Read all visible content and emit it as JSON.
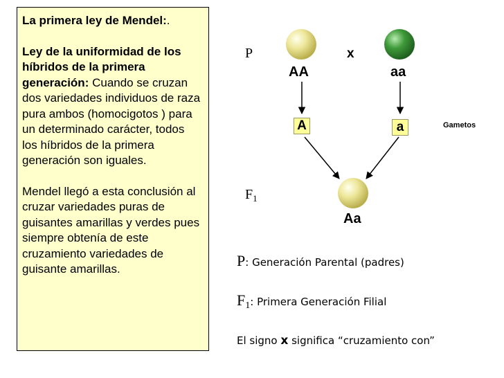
{
  "textbox": {
    "title": "La primera ley de Mendel:",
    "title_end": ".",
    "law_bold": "Ley de la uniformidad de los híbridos de la primera generación:",
    "law_text": " Cuando se cruzan dos variedades individuos de raza pura ambos (homocigotos ) para un determinado carácter, todos los híbridos de la primera generación son iguales.",
    "conclusion": "Mendel llegó a esta conclusión al cruzar variedades puras de guisantes amarillas y verdes pues siempre obtenía de este cruzamiento variedades de guisante amarillas."
  },
  "diagram": {
    "p_label": "P",
    "cross_symbol": "x",
    "parent1": "AA",
    "parent2": "aa",
    "gamete1": "A",
    "gamete2": "a",
    "gametes_label": "Gametos",
    "f1_letter": "F",
    "f1_sub": "1",
    "offspring": "Aa",
    "colors": {
      "yellow_pea": "#e8e08a",
      "green_pea": "#2f8f2f",
      "gamete_fill": "#ffff99"
    }
  },
  "legend": {
    "p_symbol": "P",
    "p_text": ":  Generación Parental  (padres)",
    "f_symbol": "F",
    "f_sub": "1",
    "f_text": ": Primera Generación Filial",
    "sign_pre": "El signo ",
    "sign_x": "x",
    "sign_post": " significa “cruzamiento con”"
  }
}
